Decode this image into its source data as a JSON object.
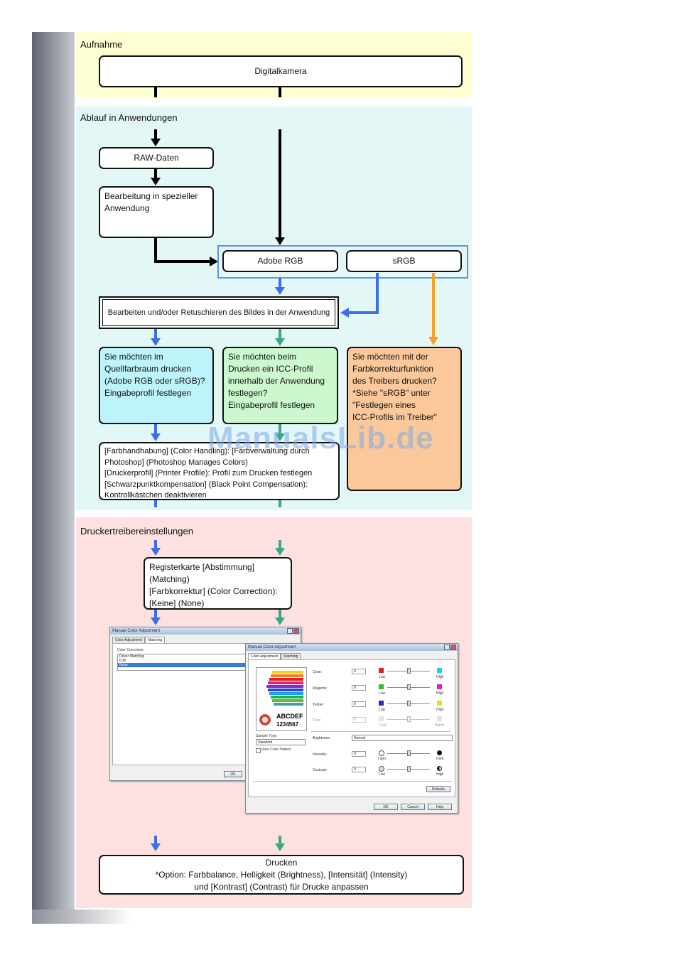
{
  "sections": {
    "aufnahme": "Aufnahme",
    "ablauf": "Ablauf in Anwendungen",
    "treiber": "Druckertreibereinstellungen"
  },
  "boxes": {
    "digitalkamera": "Digitalkamera",
    "raw": "RAW-Daten",
    "bearbeitung_speziell": "Bearbeitung in spezieller\nAnwendung",
    "adobe_rgb": "Adobe RGB",
    "srgb": "sRGB",
    "bearbeiten_retuschieren": "Bearbeiten und/oder Retuschieren des Bildes in der Anwendung",
    "quellfarbraum": "Sie möchten im\nQuellfarbraum drucken\n(Adobe RGB oder sRGB)?\nEingabeprofil festlegen",
    "icc_anwendung": "Sie möchten beim\nDrucken ein ICC-Profil\ninnerhalb der Anwendung\nfestlegen?\nEingabeprofil festlegen",
    "treiber_farbkorrektur": "Sie möchten mit der\nFarbkorrekturfunktion\ndes Treibers drucken?\n*Siehe \"sRGB\" unter\n\"Festlegen eines\nICC-Profils im Treiber\"",
    "photoshop_settings": "[Farbhandhabung] (Color Handling): [Farbverwaltung durch\nPhotoshop] (Photoshop Manages Colors)\n[Druckerprofil] (Printer Profile): Profil zum Drucken festlegen\n[Schwarzpunktkompensation] (Black Point Compensation):\nKontrollkästchen deaktivieren",
    "registerkarte": "Registerkarte [Abstimmung]\n(Matching)\n[Farbkorrektur] (Color Correction):\n[Keine] (None)",
    "drucken": "Drucken\n*Option: Farbbalance, Helligkeit (Brightness), [Intensität] (Intensity)\nund [Kontrast] (Contrast) für Drucke anpassen"
  },
  "watermark": "ManualsLib.de",
  "dialog_back": {
    "title": "Manual Color Adjustment",
    "tabs": [
      "Color Adjustment",
      "Matching"
    ],
    "group_label": "Color Correction:",
    "options": [
      "Driver Matching",
      "ICM",
      "None"
    ],
    "selected": "None",
    "ok": "OK"
  },
  "dialog_front": {
    "title": "Manual Color Adjustment",
    "tabs": [
      "Color Adjustment",
      "Matching"
    ],
    "sample_text_1": "ABCDEF",
    "sample_text_2": "1234567",
    "sample_type_label": "Sample Type:",
    "sample_type_value": "Standard",
    "view_pattern": "View Color Pattern",
    "rows": [
      {
        "label": "Cyan:",
        "value": "0",
        "low": "Low",
        "high": "High",
        "low_color": "#e02020",
        "high_color": "#20d0e0"
      },
      {
        "label": "Magenta:",
        "value": "0",
        "low": "Low",
        "high": "High",
        "low_color": "#30c030",
        "high_color": "#e020c0"
      },
      {
        "label": "Yellow:",
        "value": "0",
        "low": "Low",
        "high": "High",
        "low_color": "#2030c0",
        "high_color": "#e0e020"
      },
      {
        "label": "Tone:",
        "value": "0",
        "low": "Cool",
        "high": "Warm",
        "low_color": "#c8c8c8",
        "high_color": "#c8c8c8"
      }
    ],
    "brightness_label": "Brightness:",
    "brightness_value": "Normal",
    "intensity_label": "Intensity:",
    "intensity_value": "0",
    "intensity_low": "Light",
    "intensity_high": "Dark",
    "contrast_label": "Contrast:",
    "contrast_value": "0",
    "contrast_low": "Low",
    "contrast_high": "High",
    "defaults": "Defaults",
    "ok": "OK",
    "cancel": "Cancel",
    "help": "Help"
  },
  "colors": {
    "aufnahme_bg": "#ffffd4",
    "ablauf_bg": "#e4f7f7",
    "treiber_bg": "#fde0e0",
    "blue_arrow": "#3a6fe8",
    "green_arrow": "#3aa884",
    "orange_arrow": "#f7a028",
    "light_blue_box": "#bdf3fb",
    "light_green_box": "#cdf7cd",
    "orange_box": "#fac89a",
    "highlight_frame": "#5a96e8"
  }
}
